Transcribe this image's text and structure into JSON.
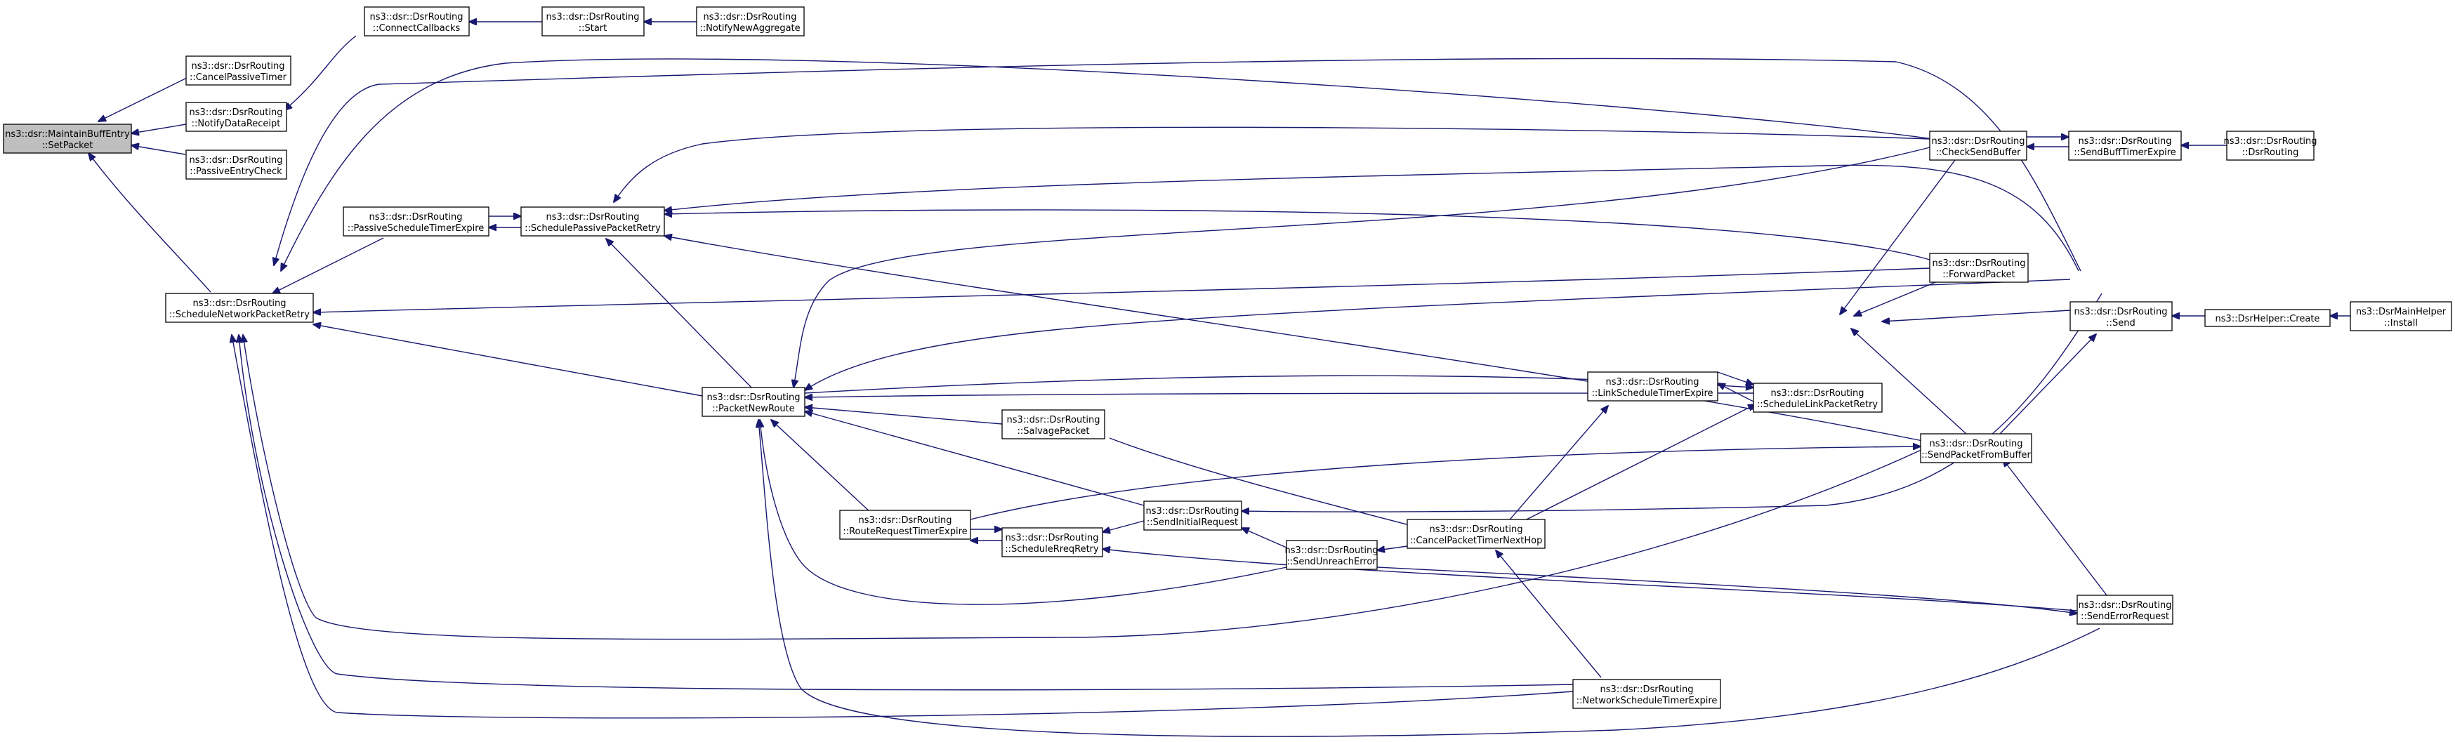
{
  "colors": {
    "edge": "#191970",
    "node_border": "#000000",
    "root_fill": "#bfbfbf",
    "node_fill": "#ffffff"
  },
  "nodes": [
    {
      "id": "root",
      "line1": "ns3::dsr::MaintainBuffEntry",
      "line2": "::SetPacket",
      "root": true
    },
    {
      "id": "cancelpassive",
      "line1": "ns3::dsr::DsrRouting",
      "line2": "::CancelPassiveTimer"
    },
    {
      "id": "notifydata",
      "line1": "ns3::dsr::DsrRouting",
      "line2": "::NotifyDataReceipt"
    },
    {
      "id": "passiveentry",
      "line1": "ns3::dsr::DsrRouting",
      "line2": "::PassiveEntryCheck"
    },
    {
      "id": "schednetwork",
      "line1": "ns3::dsr::DsrRouting",
      "line2": "::ScheduleNetworkPacketRetry"
    },
    {
      "id": "connect",
      "line1": "ns3::dsr::DsrRouting",
      "line2": "::ConnectCallbacks"
    },
    {
      "id": "start",
      "line1": "ns3::dsr::DsrRouting",
      "line2": "::Start"
    },
    {
      "id": "notifynew",
      "line1": "ns3::dsr::DsrRouting",
      "line2": "::NotifyNewAggregate"
    },
    {
      "id": "passivesched",
      "line1": "ns3::dsr::DsrRouting",
      "line2": "::PassiveScheduleTimerExpire"
    },
    {
      "id": "schedpassive",
      "line1": "ns3::dsr::DsrRouting",
      "line2": "::SchedulePassivePacketRetry"
    },
    {
      "id": "packetnew",
      "line1": "ns3::dsr::DsrRouting",
      "line2": "::PacketNewRoute"
    },
    {
      "id": "salvage",
      "line1": "ns3::dsr::DsrRouting",
      "line2": "::SalvagePacket"
    },
    {
      "id": "routereq",
      "line1": "ns3::dsr::DsrRouting",
      "line2": "::RouteRequestTimerExpire"
    },
    {
      "id": "schedreq",
      "line1": "ns3::dsr::DsrRouting",
      "line2": "::ScheduleRreqRetry"
    },
    {
      "id": "sendinit",
      "line1": "ns3::dsr::DsrRouting",
      "line2": "::SendInitialRequest"
    },
    {
      "id": "sendunreach",
      "line1": "ns3::dsr::DsrRouting",
      "line2": "::SendUnreachError"
    },
    {
      "id": "cancelnext",
      "line1": "ns3::dsr::DsrRouting",
      "line2": "::CancelPacketTimerNextHop"
    },
    {
      "id": "linksched",
      "line1": "ns3::dsr::DsrRouting",
      "line2": "::LinkScheduleTimerExpire"
    },
    {
      "id": "schedlink",
      "line1": "ns3::dsr::DsrRouting",
      "line2": "::ScheduleLinkPacketRetry"
    },
    {
      "id": "checksend",
      "line1": "ns3::dsr::DsrRouting",
      "line2": "::CheckSendBuffer"
    },
    {
      "id": "forward",
      "line1": "ns3::dsr::DsrRouting",
      "line2": "::ForwardPacket"
    },
    {
      "id": "sendfrombuf",
      "line1": "ns3::dsr::DsrRouting",
      "line2": "::SendPacketFromBuffer"
    },
    {
      "id": "netsched",
      "line1": "ns3::dsr::DsrRouting",
      "line2": "::NetworkScheduleTimerExpire"
    },
    {
      "id": "sendbuff",
      "line1": "ns3::dsr::DsrRouting",
      "line2": "::SendBuffTimerExpire"
    },
    {
      "id": "dsrrouting",
      "line1": "ns3::dsr::DsrRouting",
      "line2": "::DsrRouting"
    },
    {
      "id": "send",
      "line1": "ns3::dsr::DsrRouting",
      "line2": "::Send"
    },
    {
      "id": "senderr",
      "line1": "ns3::dsr::DsrRouting",
      "line2": "::SendErrorRequest"
    },
    {
      "id": "create",
      "line1": "ns3::DsrHelper::Create",
      "line2": ""
    },
    {
      "id": "install",
      "line1": "ns3::DsrMainHelper",
      "line2": "::Install"
    }
  ]
}
